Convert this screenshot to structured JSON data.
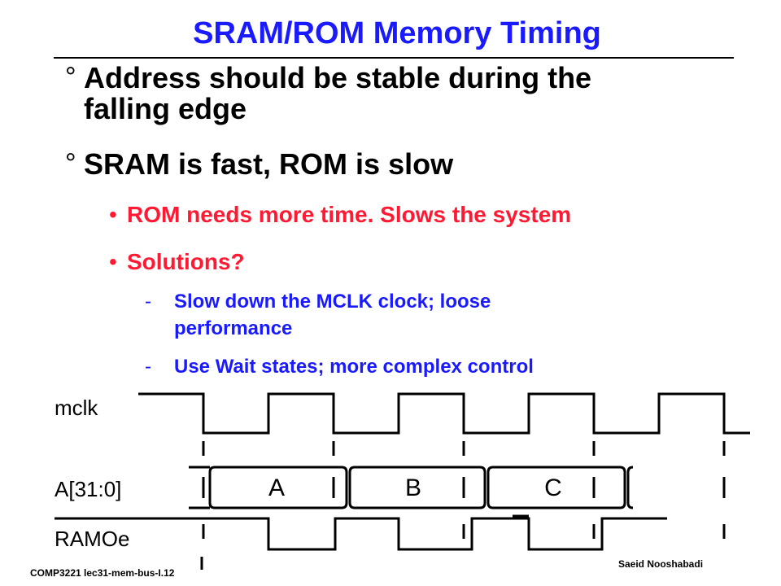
{
  "slide": {
    "title": "SRAM/ROM Memory Timing",
    "bullets": [
      {
        "marker": "°",
        "lines": [
          "Address should be stable during the",
          "falling edge"
        ]
      },
      {
        "marker": "°",
        "lines": [
          "SRAM is fast, ROM is slow"
        ]
      }
    ],
    "sub_bullets": [
      {
        "marker": "•",
        "text": "ROM needs more time. Slows the system"
      },
      {
        "marker": "•",
        "text": "Solutions?"
      }
    ],
    "sub_sub_bullets": [
      {
        "marker": "-",
        "lines": [
          "Slow down the MCLK clock; loose",
          "performance"
        ]
      },
      {
        "marker": "-",
        "lines": [
          "Use Wait states; more complex control"
        ]
      }
    ]
  },
  "timing_diagram": {
    "signals": [
      "mclk",
      "A[31:0]",
      "RAMOe"
    ],
    "bus_values": [
      "A",
      "B",
      "C"
    ]
  },
  "footer": {
    "left": "COMP3221  lec31-mem-bus-I.12",
    "right": "Saeid Nooshabadi"
  },
  "colors": {
    "title": "#1a1aff",
    "level1": "#000000",
    "level2": "#ff1a33",
    "level3": "#1a1aff"
  }
}
